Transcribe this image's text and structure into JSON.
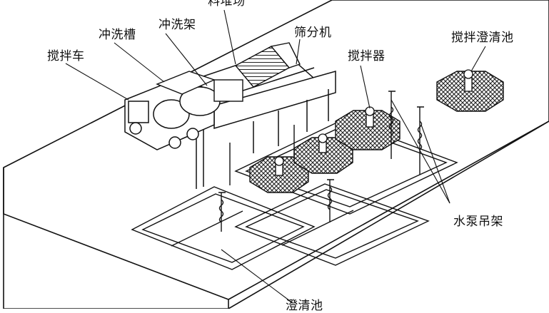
{
  "labels": {
    "stockpile": "料堆场",
    "washing_rack": "冲洗架",
    "screen": "筛分机",
    "washing_tank": "冲洗槽",
    "mixer": "搅拌器",
    "settling_tank_top": "搅拌澄清池",
    "mixer_truck": "搅拌车",
    "pump_hanger": "水泵吊架",
    "settling_tank_bottom": "澄清池"
  }
}
